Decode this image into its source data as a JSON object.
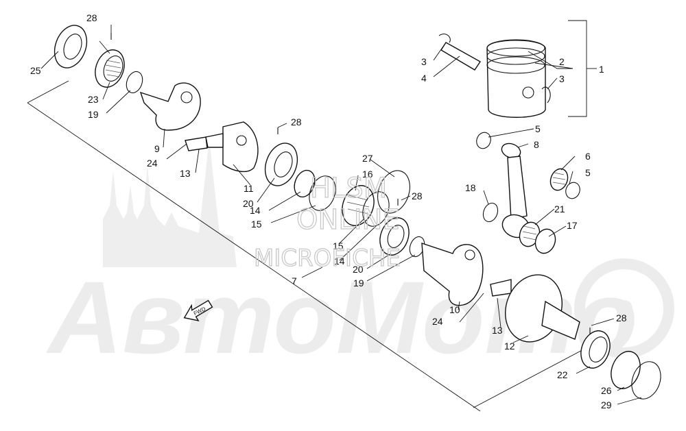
{
  "watermark": {
    "line1": "HLSM",
    "line2": "ONLINE",
    "line3": "MICROFICHE",
    "brand": "АвтоМото"
  },
  "direction_tag": "FWD",
  "callouts": [
    "1",
    "2",
    "3",
    "3",
    "4",
    "5",
    "5",
    "6",
    "7",
    "8",
    "9",
    "10",
    "11",
    "12",
    "13",
    "13",
    "14",
    "14",
    "15",
    "15",
    "16",
    "17",
    "18",
    "19",
    "19",
    "20",
    "20",
    "21",
    "22",
    "23",
    "24",
    "24",
    "25",
    "26",
    "27",
    "28",
    "28",
    "28",
    "28",
    "29"
  ]
}
